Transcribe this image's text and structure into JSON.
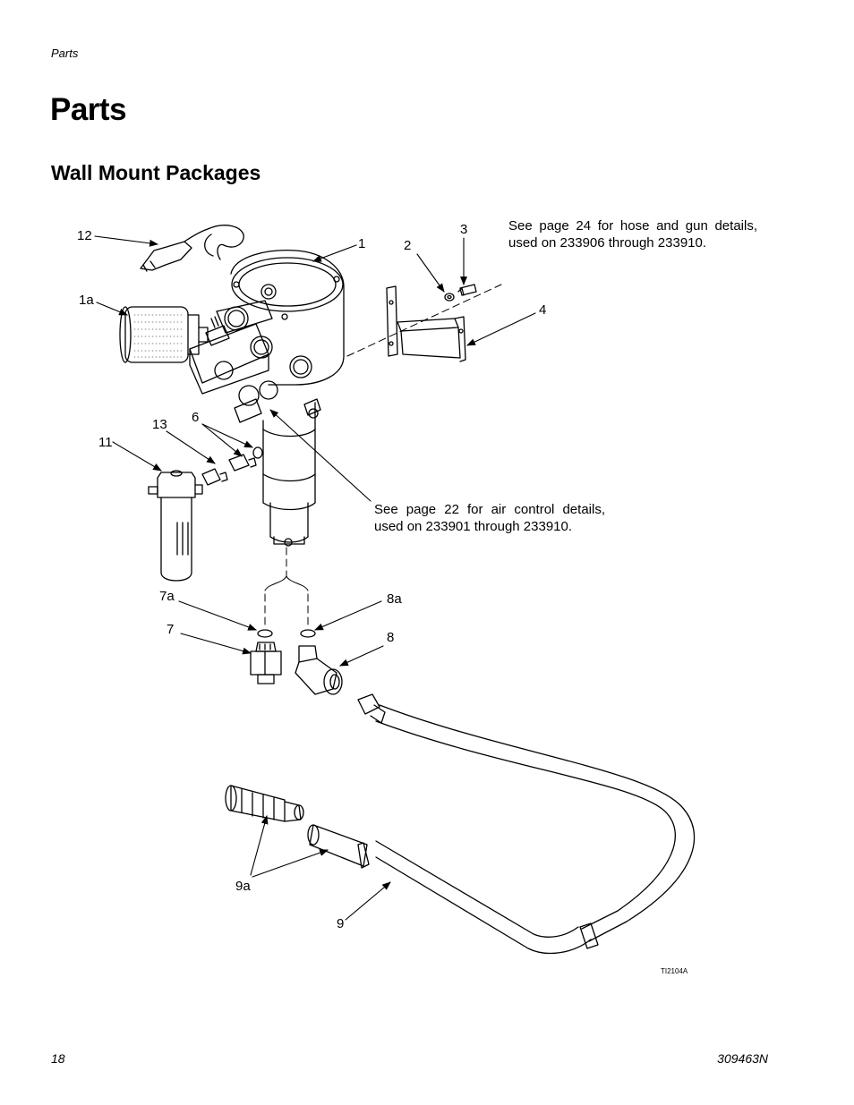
{
  "header": {
    "running_head": "Parts"
  },
  "title": "Parts",
  "section": "Wall Mount Packages",
  "notes": {
    "hose": "See page 24 for hose and gun details, used on 233906 through 233910.",
    "air": "See page 22 for air control details, used on 233901 through 233910."
  },
  "callouts": {
    "c1": "1",
    "c1a": "1a",
    "c2": "2",
    "c3": "3",
    "c4": "4",
    "c6": "6",
    "c7": "7",
    "c7a": "7a",
    "c8": "8",
    "c8a": "8a",
    "c9": "9",
    "c9a": "9a",
    "c11": "11",
    "c12": "12",
    "c13": "13"
  },
  "figure_id": "TI2104A",
  "footer": {
    "page_number": "18",
    "doc_number": "309463N"
  }
}
